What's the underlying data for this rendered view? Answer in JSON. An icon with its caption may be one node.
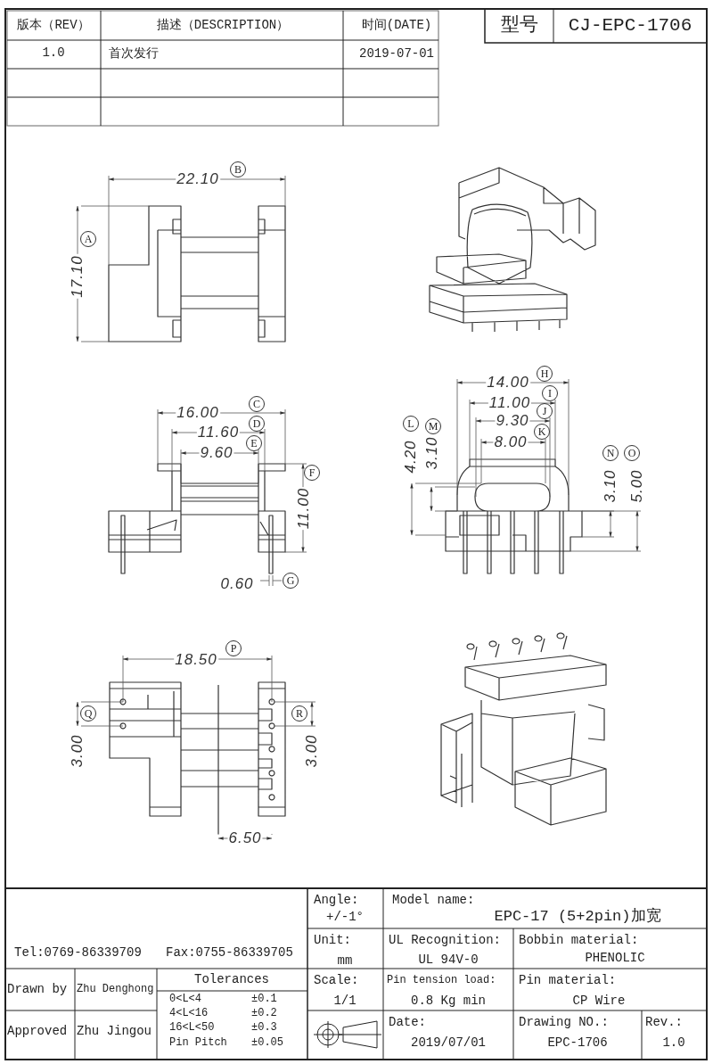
{
  "diagram": {
    "labels": [
      "版本（REV）",
      "描述（DESCRIPTION）",
      "时间(DATE)",
      "1.0",
      "首次发行",
      "2019-07-01",
      "型号",
      "CJ-EPC-1706",
      "22.10",
      "B",
      "A",
      "17.10",
      "16.00",
      "C",
      "11.60",
      "D",
      "9.60",
      "E",
      "F",
      "11.00",
      "0.60",
      "G",
      "14.00",
      "H",
      "11.00",
      "I",
      "9.30",
      "J",
      "8.00",
      "K",
      "L",
      "M",
      "4.20",
      "3.10",
      "N",
      "O",
      "3.10",
      "5.00",
      "18.50",
      "P",
      "Q",
      "R",
      "3.00",
      "3.00",
      "6.50",
      "Tel:0769-86339709",
      "Fax:0755-86339705",
      "Angle:",
      "+/-1°",
      "Model name:",
      "EPC-17 (5+2pin)加宽",
      "Unit:",
      "mm",
      "UL Recognition:",
      "UL 94V-0",
      "Bobbin material:",
      "PHENOLIC",
      "Drawn by",
      "Zhu Denghong",
      "Tolerances",
      "0<L<4",
      "±0.1",
      "4<L<16",
      "±0.2",
      "16<L<50",
      "±0.3",
      "Pin Pitch",
      "±0.05",
      "Scale:",
      "1/1",
      "Pin tension load:",
      "0.8 Kg min",
      "Pin material:",
      "CP Wire",
      "Approved",
      "Zhu Jingou",
      "Date:",
      "2019/07/01",
      "Drawing NO.:",
      "EPC-1706",
      "Rev.:",
      "1.0"
    ]
  }
}
